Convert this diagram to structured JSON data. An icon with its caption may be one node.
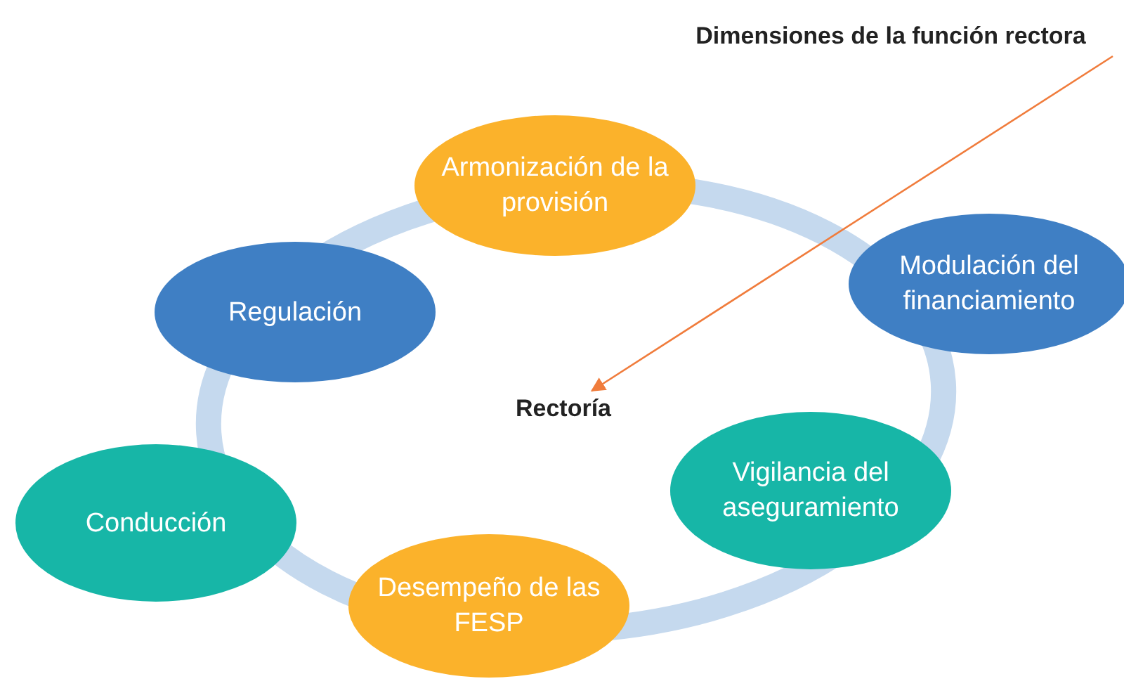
{
  "diagram": {
    "nodes": [
      {
        "text": [
          "Dimensiones de la función rectora"
        ]
      },
      {
        "text": [
          "Rectoría"
        ]
      },
      {
        "text": [
          "Armonización de la provisión"
        ]
      },
      {
        "text": [
          "Modulación del financiamiento"
        ]
      },
      {
        "text": [
          "Vigilancia del aseguramiento"
        ]
      },
      {
        "text": [
          "Desempeño de las FESP"
        ]
      },
      {
        "text": [
          "Conducción"
        ]
      },
      {
        "text": [
          "Regulación"
        ]
      }
    ],
    "edges": [
      {
        "from": 0,
        "to": 1,
        "arrow": "to",
        "color": "#f07c3c"
      }
    ]
  }
}
